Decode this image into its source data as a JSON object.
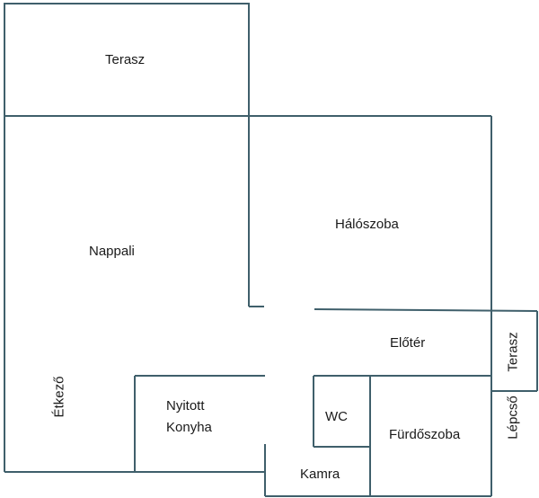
{
  "title": "Floor plan",
  "rooms": {
    "terasz_top": "Terasz",
    "nappali": "Nappali",
    "haloszoba": "Hálószoba",
    "etkezo": "Étkező",
    "konyha_line1": "Nyitott",
    "konyha_line2": "Konyha",
    "eloter": "Előtér",
    "terasz_side": "Terasz",
    "lepcso": "Lépcső",
    "wc": "WC",
    "furdoszoba": "Fürdőszoba",
    "kamra": "Kamra"
  },
  "colors": {
    "wall": "#3f5f6b"
  }
}
